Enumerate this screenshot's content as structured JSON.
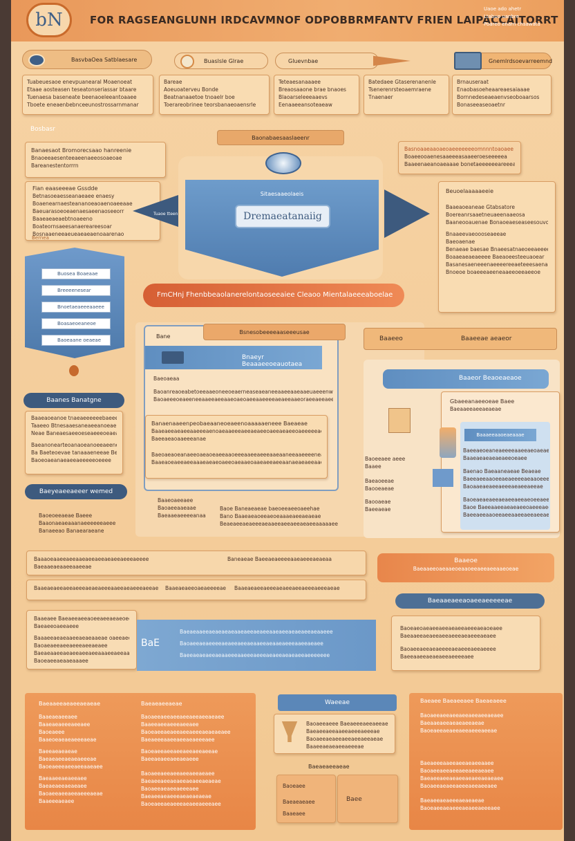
{
  "header": {
    "logo_text": "bN",
    "title": "FOR RAGSEANGLUNH IRDCAVMNOF ODPOBBRMFANTV FRIEN LAIPACCAITORRT",
    "note": [
      "Uaoe ado ahetr",
      "Ltabuo uanbre",
      "Poareo enarn chsawata"
    ]
  },
  "top_tabs": [
    {
      "label": "BasvbaOea Satblaesare"
    },
    {
      "label": "Buaslsle Glrae"
    },
    {
      "label": "Gluevnbae"
    },
    {
      "label": "Gnemlrdsoevarreemnd"
    }
  ],
  "top_cards": [
    {
      "lines": [
        "Tuabeuesaoe enevpuanearal Moaenoeat",
        "Etaae aosteasen teseatonseriassar btaare",
        "Tuenaesa baseneate beenaoeleeantoaaee",
        "Tboete eneaenbebnceeunostrossarnmanar"
      ]
    },
    {
      "lines": [
        "Bareae",
        "Aoeuoaterveu Bonde",
        "Beatnanaaetoe tnoaelr boe",
        "Toerareobrinee teorsbanaeoaensrle"
      ]
    },
    {
      "lines": [
        "Teteaesanaaaee",
        "Breaosaaone brae bnaoes",
        "Blaoarseleeeaaevs",
        "Eenaaeeansoteaeaw"
      ]
    },
    {
      "lines": [
        "Batedaee Gtaserenanenle",
        "Tsenerenrsteoaemraene",
        "Tnaenaer"
      ]
    },
    {
      "lines": [
        "Brnauseraat",
        "Enaobasoeheaareaesaiaaae",
        "Bornnedeseaeaenvseoboaarsos",
        "Bonaseeaseoaetnr"
      ]
    }
  ],
  "section_label": "Bosbasr",
  "left_panel": {
    "title_card": [
      "Banaesaot Bromorecsaao hanreenie",
      "Bnaoeeaesenteeaeenaeeosoaeoae",
      "Bareanestentorrrn"
    ],
    "body": [
      "Fian eaaseeeae Gssdde",
      "Betnasoeaesseanaeaee enaesy",
      "Boaenearnaesteananoeaoaenoaeeaae",
      "Baeuarasoeoeaenaesaeenaoseeorr",
      "Baaeaeaeaebtnoaeeno",
      "Boateornsaeesanaereareesoar",
      "Bosnaaeneeaeueaeaeaenoaarenao"
    ],
    "footer": "Bernea",
    "form_fields": [
      "Buosea Boaeaae",
      "Breeeenesear",
      "Bnoetaeaeeeaaeee",
      "Boasaeoeaneoe",
      "Baoeaane oeaeae"
    ]
  },
  "center": {
    "top_label": "Baonabaesaaslaeenr",
    "shield_title": "Sitaesaaeolaeis",
    "shield_search": "Dremaeatanaiig",
    "side_label_left": "Tuaoe tteen",
    "band_text": "FmCHnj Fhenbbeaolanerelontaoseeaiee  Cleaoo Mientalaeeeaboelae"
  },
  "right_top": {
    "card": [
      "Basnoaaeaaoaeoaeeeeeeeomnnntoaoaee",
      "Boaeeooaenesaaeeeasaaeeroeseeeeea",
      "Baaeenaeanoaeaaae bonetaeeeeeeareeeaar"
    ],
    "note_title": "Beuoelaaaaaeeie",
    "note_lines": [
      "Baaeaoeaneae Gtabsatore",
      "Boereanrsaaetneuaeenaaeosa",
      "Baaneooauenae Bonaoeaeseaseesouvoe",
      "Bnaaeevaeoooseaeeae",
      "Baeoaenae",
      "Benaeae baesae Bnaeesatnaeoeeaeeeeo",
      "Boaaeaeaeaeeee Baeaoeesteeuaoear",
      "Basanesaeneeenaeeeereeaeteeesaenaeeaor",
      "Bnoeoe boaeeeaeeneaaeeoeeaeeoe"
    ]
  },
  "mid_left": {
    "pill_1": "Baanes Banatgne",
    "pill_1_lines": [
      "Baaeaoeanoe tnaeaeeeeeebaeeeaneeaeaeae",
      "Taaeeo Btnesaaesaneaeeanoeaenrraeaeo",
      "Neae Baneaesaeeoeseaeeeoeaeaeae",
      "Baeanonearteoanaoeanoeeaeeneaeo",
      "Ba Baeteoevae tanaaaeneeae Beae",
      "Baoeoaeanaeaeeaeeeeeoeeee"
    ],
    "pill_2": "Baeyeaeeaeeer wemed",
    "pill_2_lines": [
      "Baoeoeeaeae Baeee",
      "Baaonaeaeaaanaeeeeeeaeee",
      "Banaeeao Banaearaeane"
    ]
  },
  "mid_center": {
    "header": "Bsnesobeeeeaaseeeusae",
    "tab_label": "Bane",
    "blue_tab": "Bnaeyr Beaaaeeoeauotaea",
    "section_title": "Baeoaeaa",
    "rows": [
      "Baoanreaoeabetoeeaaeoneeoeaerneaseaeaneeaaeeaaeaaeuaeeenwooanesre",
      "Baoaeeeoeaeeneeaaeeaeeaaeoaeoaeeaaeeeeaeaeeaaeoraeeaeeaeeeaeare"
    ],
    "sub_title": "Banaenaaeenpeobaeaaneoeaeenoaaaaaeneee Baeaeae",
    "sub_rows": [
      "Baaeaeeaeaeeaaeeeaenoaeaaeeeaeeaeaeeoaeeaeaeeoaeeeeeaeaeaeeaea",
      "Baeeaeaoaaeeeanae",
      "Baeoaeaoeanaeeoaeaoeaeeaaoeeeaaeeaeeeaaeaaneeaaeeeeneaaaooe",
      "Baaeaoeaeeaeeaaaeaeaeoaeeoaeaaeoaaeaeeaeeaanaeaeaeeaaee"
    ],
    "bottom": [
      "Baaeoaeeaee",
      "Baoaeeaaeaae",
      "Baeaaeaeeeeanaa",
      "Baoe Baneaeaeae baeoeeaeeoaeehae",
      "Bano Baaeaeaoeeaeoeaaaeaeeaeaeae",
      "Beaeaeeaeaeeeaeaaeeaeeaeeaeaeeaaaaaee"
    ]
  },
  "mid_right": {
    "top_tab_left": "Baaeeo",
    "top_tab_right": "Baaeeae aeaeor",
    "blue_header": "Baaeor Beaoeaeaoe",
    "card_title": "Gbaeeanaeeoeae Baee",
    "card_sub": "Baeaaeeaeeaeaeae",
    "inner_tab": "Baaaeeaaoeaeaaae",
    "inner_lines": [
      "Baeeaeoeaneaeeeeaaeeaeoaeae",
      "Baaeaeaeaeaeaeeoeaee",
      "Baenao Baeaaneaeae Beaeae",
      "Baeeaeeaaoeeaeaeeeeaeaaoeeeee",
      "Baoaaeaeaeeaeeeaeaeeaeeae",
      "Baoeaeaeaeeaeaeeaeeaeoeeaeee",
      "Baoe Baeeaaeeaeaeaeeoaeeeaeeae",
      "Baeeaeeaaoeeaeeaaeeaeeaeeae"
    ],
    "side_lines": [
      "Baoeeaee aeee",
      "Baaee",
      "Baeaoeeae",
      "Baooeaeae",
      "Baooaeae",
      "Baeeaeae"
    ]
  },
  "lower": {
    "row_1": [
      "Baaaoeaaeeaeeaaeaeeaeeaeaeeaeeeaeeee",
      "Baeaaeaeaaeeaaeeae",
      "Baneaeae Baeeaeaeeeeaaeaeeeaeaeaa"
    ],
    "row_2": [
      "Baaeaeaeeaeeaeeeaeaeaeeeaaeeaeaeeeaeeae",
      "Baaeaeaeeoaeaeeeeae",
      "Baaeaeaeeaeeeaeaeeaeeaeeeaeeeaeae"
    ],
    "pill_orange_title": "Baaeoe",
    "pill_orange_sub": "Baeaaeeoaeaaeoeaaoeeaeeaeeaaeoeae",
    "pill_navy": "Baeaaeaeeaoaeeaeeeeeae",
    "left_card": [
      "Baaeaee Baeaeeaeeaoeeaeeaeaeoeee",
      "Baeaeeoaeeaeee",
      "Baaaeeaeaeaaeeaeaeaaeae oaeeaeeaeaeoe",
      "Baoaeaeeaeeaeeeaeeaeaee",
      "Baeaeaaeeaeaeeaeeaeeaaaeeaeeaaee",
      "Baoeaeeaeaaeaaaee"
    ],
    "blue_box": [
      "Baeaeaaeeaeaeaeaeaaeaeeaeaeeaaeaeeaeaeaeeaeaaeee",
      "Baoaeeaeaeeeeaeaeeaeeaeaaeeaeaaeaeeeaaeeaeaee",
      "Baeeaeaeaeeaeaaeeeaaeeeaeeeaeaeeaeaeaeeaeeeeeee"
    ],
    "blue_box_label": "BaE",
    "right_card": [
      "Baoeaeoaeaeeaeeaeaeeaeeeaeaoeaee",
      "Baeaaeeaeaeeaeeaeeeaeaeeeaeaee",
      "Baoaeeaeeaeaeeeeaeaeeeaeeaeeee",
      "Baeeaaeeaeaeaeeaeeeeaee"
    ]
  },
  "bottom": {
    "left": {
      "title": "Baeaaeeaeaeeaeaeae",
      "lines": [
        "Baaeaeaeeaee",
        "Baaeaeaeeeaeeaee",
        "Baoeaeee",
        "Baaeoeaeaeaeeeaeae",
        "Baeeaeaeaeae",
        "Baeaeaeeaeaeaeeeae",
        "Baoeaeeeaeeaeeaaeaee",
        "Baeaaeeaeaeeaee",
        "Baeaeaeeaeaeaee",
        "Baoaeeaeeaeeaeeeaeae",
        "Baaeeeaeaee"
      ]
    },
    "mid_left": {
      "title": "Baeaeaeeaeae",
      "lines": [
        "Baoaeeaeeaeeaeeaeeaeeaeaee",
        "Baaeeaeeaeeeaeeaee",
        "Baoeaeeaeaeeaeeaeeeaeaeaeaee",
        "Baeaeeeaaeeaeeaeaeeeaee",
        "Baoeaeeaeeaeeaeeaeeaeeae",
        "Baeeaeaeeaeeaeaeee",
        "Baoaeeaeeaeeaeeaeeaeaee",
        "Baeaeeaeeaeaeeaeaeeaeaeae",
        "Baoaeeaeaeeaeeeaee",
        "Baeaeeaeaeeeaeaeaeaeae",
        "Baoeaeeaeaeeeaeaeeaeeeaee"
      ]
    },
    "center": {
      "title": "Waeeae",
      "lines": [
        "Baoaeeaeee Baeaeeeaeeaeeae",
        "Baeaeeaeeaaeeaeeeaeeeae",
        "Baoaeeaeaeeaeeaeeaeeaeae",
        "Baaeeaeaeaeeaeeeae"
      ],
      "sub_title": "Baeaeaeeaeae",
      "left_box": [
        "Baoeaee",
        "Baeaeaeaee",
        "Baaeaee"
      ],
      "right_box": "Baee"
    },
    "right": {
      "title": "Baeaee Baeaeeaee Baeaeaeee",
      "lines": [
        "Baoaeeaeeaeeaeeaeeaeeaeaee",
        "Baeaaeaeeaeaeaeeaeae",
        "Baoeaeeaeaeeaeeaeeeaeeae",
        "Baeaeeeaaeeaeeaeaeeaaee",
        "Baoaeeaeeaeeaeeaeeaeaee",
        "Baeaeeaeeaeaeeaeaeeaeaeaee",
        "Baoaeeaeaeeaeeeaeeaeeaee",
        "Baeaeeaeaeeeaeaeaeae",
        "Baoeaeeaeaeeeaeaeeaeeeaee"
      ]
    }
  }
}
